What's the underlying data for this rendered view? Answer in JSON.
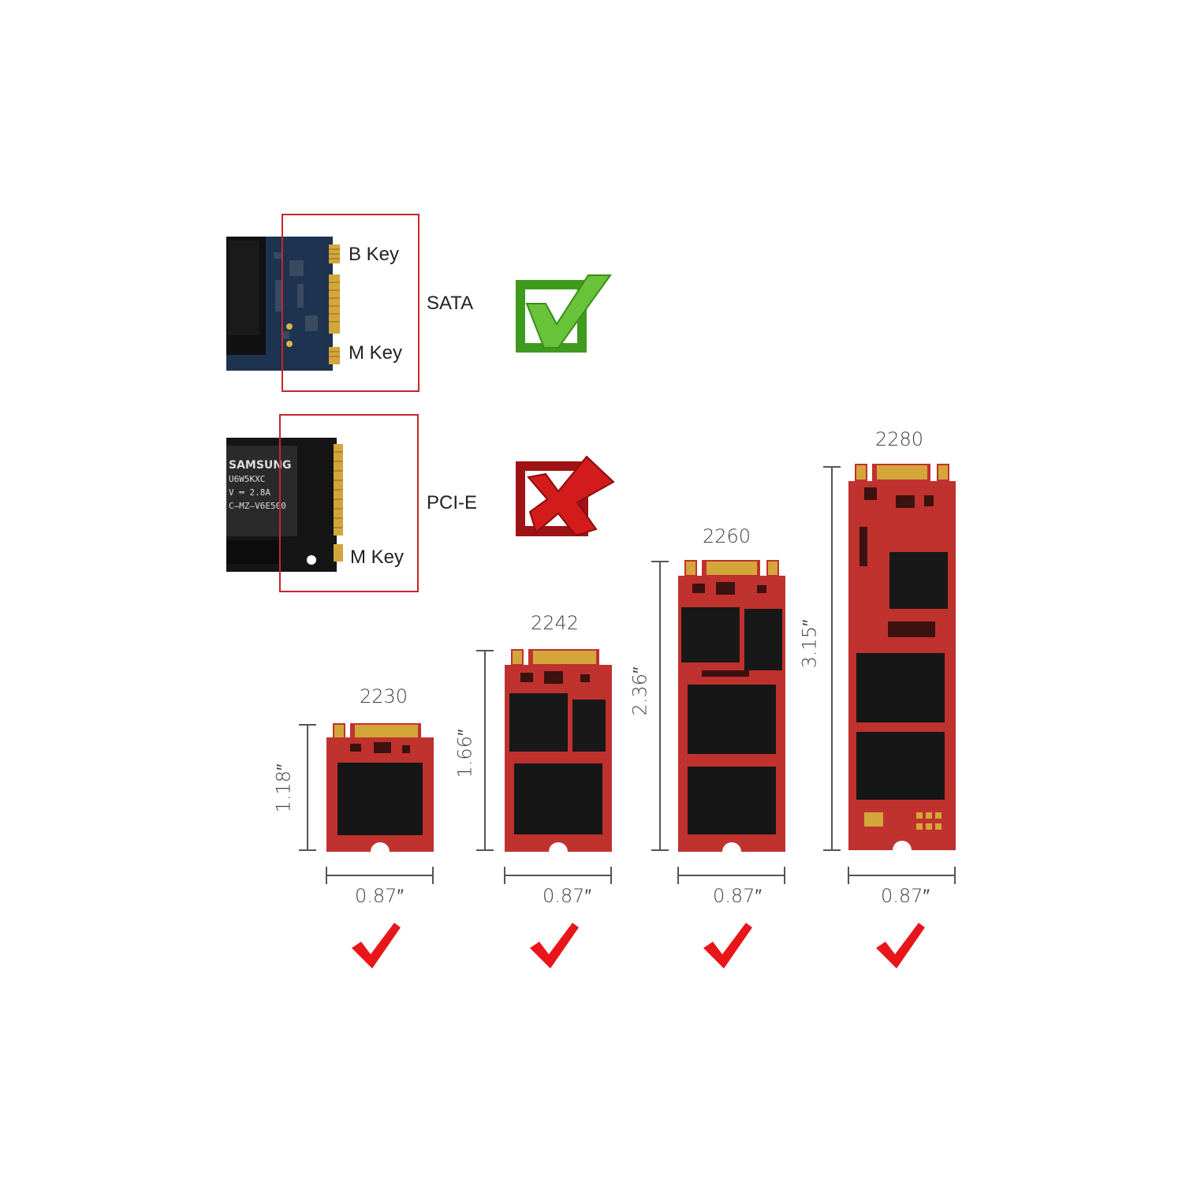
{
  "sata_row": {
    "b_key_label": "B Key",
    "m_key_label": "M Key",
    "interface_label": "SATA",
    "status_icon": "green-checkmark-icon",
    "status_color": "#58b52c"
  },
  "pcie_row": {
    "m_key_label": "M Key",
    "interface_label": "PCI-E",
    "status_icon": "red-x-icon",
    "status_color": "#d01a1a",
    "chip_text": [
      "SAMSUNG",
      "U6W5KXC",
      "V ═ 2.8A",
      "C–MZ–V6E500"
    ]
  },
  "highlight_color": "#c8262d",
  "boards": [
    {
      "size": "2230",
      "height": "1.18″",
      "width": "0.87″",
      "compatible": true
    },
    {
      "size": "2242",
      "height": "1.66″",
      "width": "0.87″",
      "compatible": true
    },
    {
      "size": "2260",
      "height": "2.36″",
      "width": "0.87″",
      "compatible": true
    },
    {
      "size": "2280",
      "height": "3.15″",
      "width": "0.87″",
      "compatible": true
    }
  ]
}
